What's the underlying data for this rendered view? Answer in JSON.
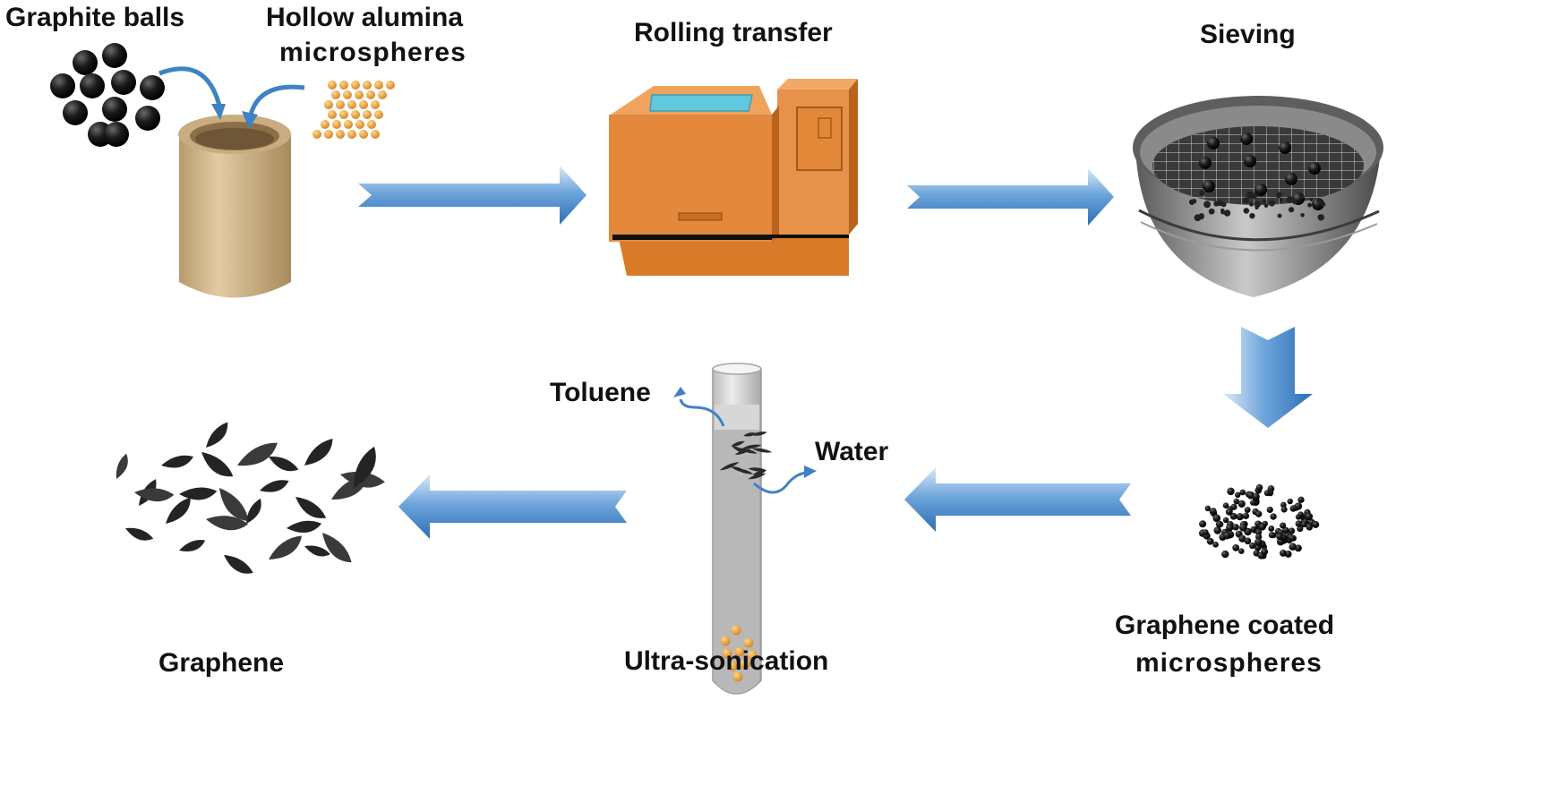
{
  "labels": {
    "graphite_balls": "Graphite balls",
    "hollow_alumina": "Hollow alumina",
    "microspheres": "microspheres",
    "rolling_transfer": "Rolling transfer",
    "sieving": "Sieving",
    "graphene_coated": "Graphene coated",
    "graphene_coated_microspheres": "microspheres",
    "ultra_sonication": "Ultra-sonication",
    "toluene": "Toluene",
    "water": "Water",
    "graphene": "Graphene"
  },
  "colors": {
    "arrow_blue": "#3f82c4",
    "cup_tan": "#d3b88a",
    "machine_orange": "#e08739",
    "screen_cyan": "#5fc9df",
    "graphite_black": "#1f1f1f",
    "alumina_orange": "#f0a63b",
    "sieve_grey": "#8c8c8c"
  },
  "icons": [
    "graphite-balls-icon",
    "alumina-microspheres-icon",
    "crucible-cup-icon",
    "rolling-machine-icon",
    "sieve-icon",
    "coated-microspheres-icon",
    "test-tube-icon",
    "graphene-flakes-icon"
  ]
}
